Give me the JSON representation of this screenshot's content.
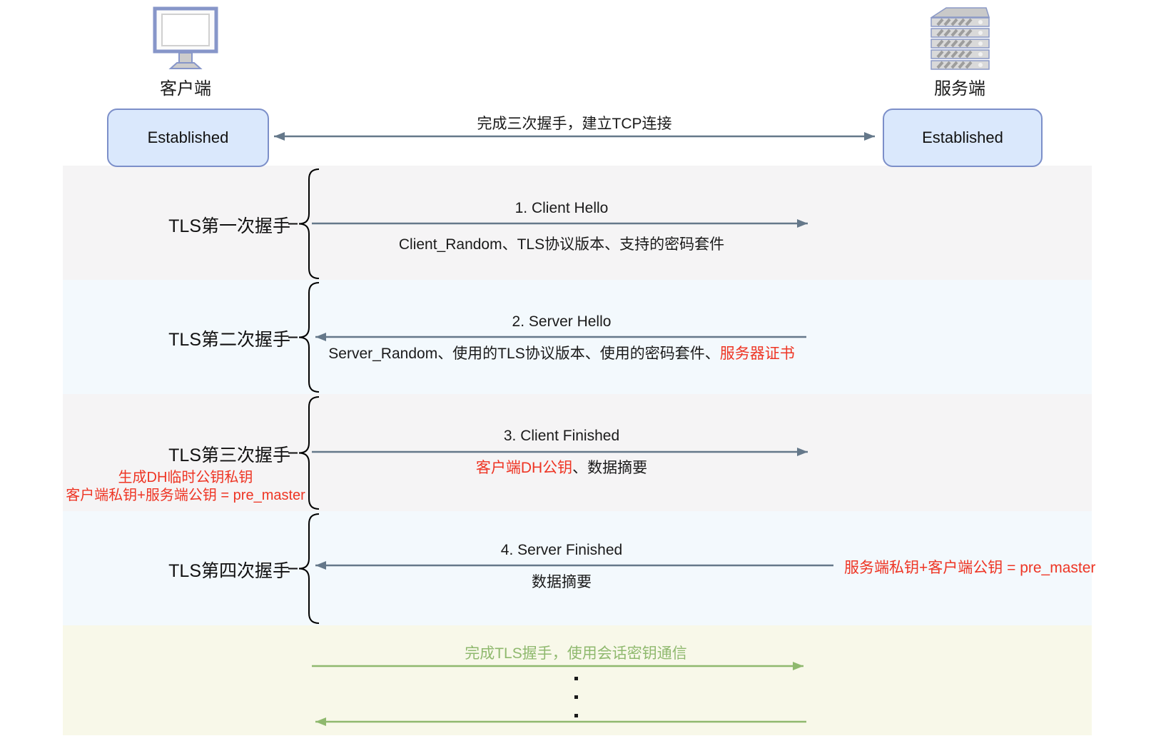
{
  "header": {
    "client_label": "客户端",
    "server_label": "服务端",
    "client_state": "Established",
    "server_state": "Established",
    "tcp_arrow_label": "完成三次握手，建立TCP连接"
  },
  "tls1": {
    "label": "TLS第一次握手",
    "title": "1. Client Hello",
    "direction": "client-to-server",
    "caption": "Client_Random、TLS协议版本、支持的密码套件"
  },
  "tls2": {
    "label": "TLS第二次握手",
    "title": "2. Server Hello",
    "direction": "server-to-client",
    "caption_plain": "Server_Random、使用的TLS协议版本、使用的密码套件、",
    "caption_red": "服务器证书"
  },
  "tls3": {
    "label": "TLS第三次握手",
    "title": "3. Client Finished",
    "direction": "client-to-server",
    "caption_red": "客户端DH公钥",
    "caption_plain": "、数据摘要",
    "note_line1": "生成DH临时公钥私钥",
    "note_line2": "客户端私钥+服务端公钥 = pre_master"
  },
  "tls4": {
    "label": "TLS第四次握手",
    "title": "4. Server Finished",
    "direction": "server-to-client",
    "caption": "数据摘要",
    "note": "服务端私钥+客户端公钥 = pre_master"
  },
  "session": {
    "label": "完成TLS握手，使用会话密钥通信"
  },
  "colors": {
    "arrow_gray": "#65788a",
    "accent_red": "#ee3524",
    "accent_green": "#8fb96e",
    "band_gray": "#f5f4f5",
    "band_blue": "#f3f9fd",
    "band_session": "#f8f8e9",
    "state_box_fill": "#dae8fc",
    "state_box_border": "#7c8fc9"
  }
}
